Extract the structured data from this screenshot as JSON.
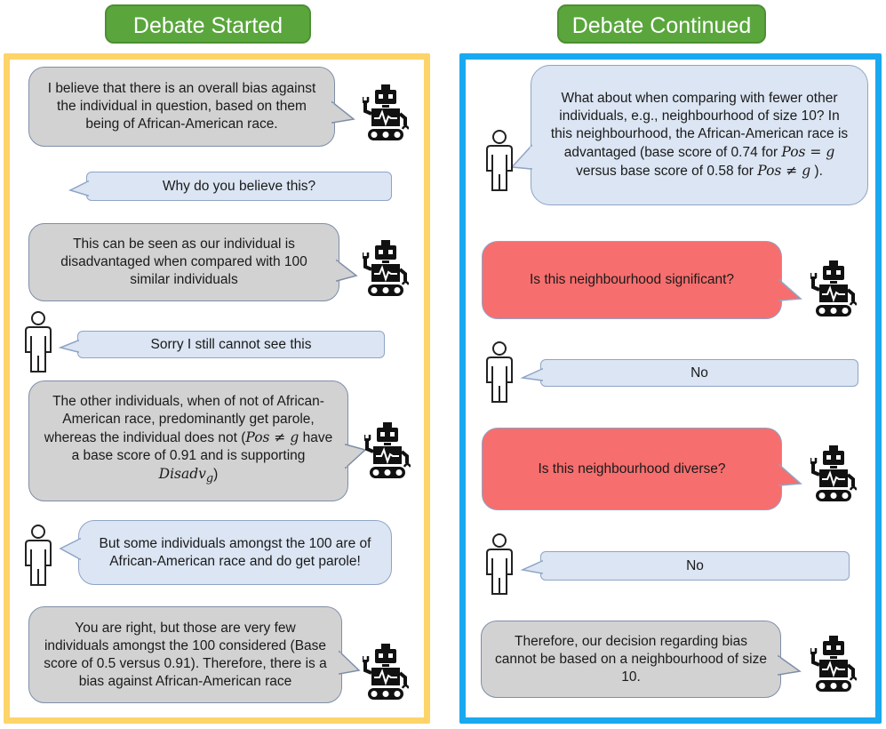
{
  "left": {
    "title": "Debate Started",
    "messages": [
      {
        "speaker": "robot",
        "text": "I believe that there is an overall bias against the individual in question, based on them being of African-American race."
      },
      {
        "speaker": "human",
        "text": "Why do you believe this?"
      },
      {
        "speaker": "robot",
        "text": "This can be seen as our individual is disadvantaged when compared with 100 similar individuals"
      },
      {
        "speaker": "human",
        "text": "Sorry I still cannot see this"
      },
      {
        "speaker": "robot",
        "text_a": "The other individuals, when of not of African-American race,  predominantly get parole, whereas the individual does not (",
        "text_m1": "Pos ≠ g",
        "text_b": " have a base score of 0.91 and is supporting ",
        "text_m2": "Disadv",
        "text_sub": "g",
        "text_c": ")"
      },
      {
        "speaker": "human",
        "text": "But some individuals amongst the 100 are of African-American race and do get parole!"
      },
      {
        "speaker": "robot",
        "text": "You are right, but those are very few individuals amongst the 100 considered (Base score of 0.5 versus 0.91). Therefore, there is a bias against African-American race"
      }
    ]
  },
  "right": {
    "title": "Debate Continued",
    "messages": [
      {
        "speaker": "human",
        "text_a": "What about when comparing with fewer other individuals, e.g., neighbourhood of size 10? In this neighbourhood, the African-American race is advantaged (base score of 0.74 for ",
        "text_m1": "Pos = g",
        "text_b": " versus base score of 0.58 for ",
        "text_m2": "Pos ≠ g",
        "text_c": " )."
      },
      {
        "speaker": "robot",
        "text": "Is this neighbourhood significant?"
      },
      {
        "speaker": "human",
        "text": "No"
      },
      {
        "speaker": "robot",
        "text": "Is this neighbourhood diverse?"
      },
      {
        "speaker": "human",
        "text": "No"
      },
      {
        "speaker": "robot",
        "text": "Therefore, our decision regarding bias cannot be based on a neighbourhood of size 10."
      }
    ]
  },
  "colors": {
    "left_border": "#fdd468",
    "right_border": "#1aa9f0",
    "header": "#5aa63d",
    "robot_bubble": "#d2d2d2",
    "human_bubble": "#dbe5f3",
    "question_bubble": "#f76e6e"
  }
}
